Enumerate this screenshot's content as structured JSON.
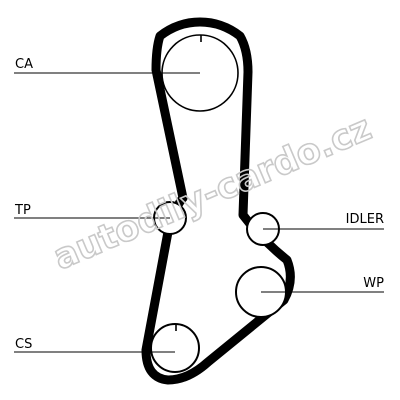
{
  "labels": {
    "ca": "CA",
    "tp": "TP",
    "idler": "IDLER",
    "wp": "WP",
    "cs": "CS"
  },
  "watermark": "autodily-cardo.cz",
  "colors": {
    "belt": "#000000",
    "line": "#000000",
    "watermark": "#c9c9c9"
  }
}
